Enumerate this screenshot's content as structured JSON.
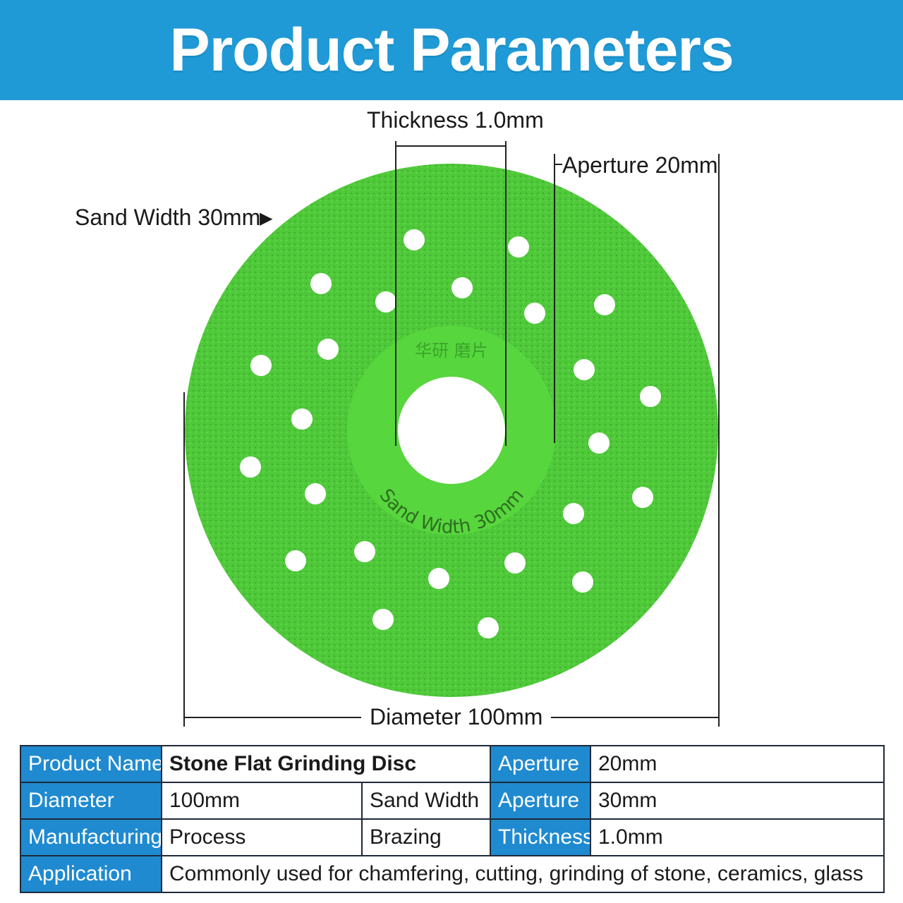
{
  "banner": {
    "title": "Product Parameters"
  },
  "labels": {
    "thickness": "Thickness 1.0mm",
    "aperture": "Aperture 20mm",
    "sand_width": "Sand Width 30mm",
    "sand_width_arrow": "▶",
    "diameter": "Diameter 100mm",
    "disc_print": "Sand Width 30mm",
    "disc_brand": "华研 磨片"
  },
  "colors": {
    "banner": "#1f9ad6",
    "disc": "#4fc93a",
    "disc_hub": "#57d63d",
    "table_key": "#1f8ad0"
  },
  "table": {
    "row1": {
      "k1": "Product Name",
      "v1": "Stone Flat Grinding Disc",
      "k2": "Aperture",
      "v2": "20mm"
    },
    "row2": {
      "k1": "Diameter",
      "v1": "100mm",
      "k1b": "Sand Width",
      "k2": "Aperture",
      "v2": "30mm"
    },
    "row3": {
      "k1": "Manufacturing",
      "v1": "Process",
      "k1b": "Brazing",
      "k2": "Thickness",
      "v2": "1.0mm"
    },
    "row4": {
      "k1": "Application",
      "v1": "Commonly used for chamfering, cutting, grinding of stone, ceramics, glass"
    }
  }
}
